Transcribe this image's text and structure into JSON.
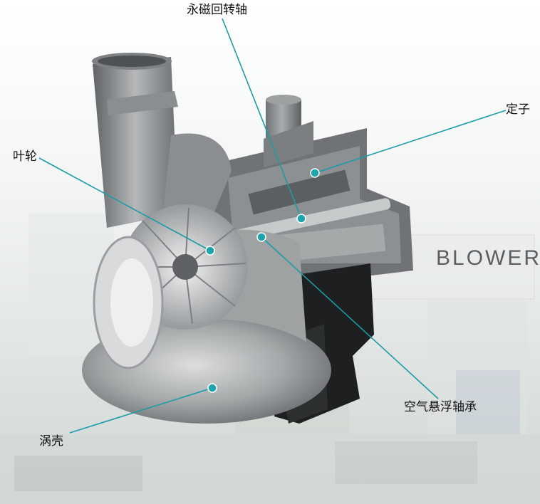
{
  "colors": {
    "leader": "#1d9ba6",
    "dot": "#1fa3ad",
    "label_text": "#111111"
  },
  "background_sign": "BLOWER",
  "labels": {
    "magnet_shaft": "永磁回转轴",
    "stator": "定子",
    "impeller": "叶轮",
    "air_bearing": "空气悬浮轴承",
    "volute": "涡壳"
  }
}
